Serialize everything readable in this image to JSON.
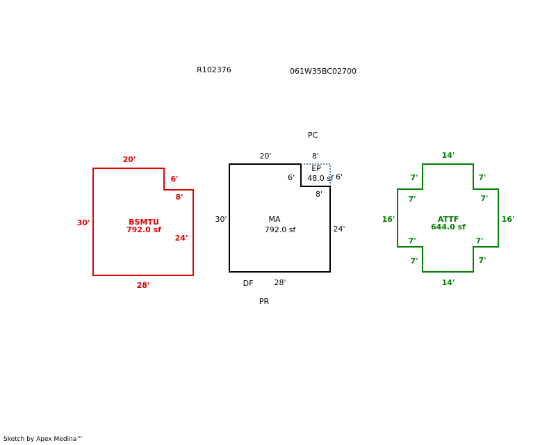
{
  "header": {
    "parcel_id": "R102376",
    "map_number": "061W35BC02700"
  },
  "bsmtu": {
    "name": "BSMTU",
    "area": "792.0 sf",
    "color": "#e00000",
    "dims": {
      "top": "20'",
      "notch_v": "6'",
      "notch_h": "8'",
      "left": "30'",
      "right": "24'",
      "bottom": "28'"
    }
  },
  "ma": {
    "name": "MA",
    "area": "792.0 sf",
    "dims": {
      "top": "20'",
      "left": "30'",
      "right": "24'",
      "bottom": "28'"
    },
    "labels": {
      "pc": "PC",
      "pr": "PR",
      "df": "DF"
    }
  },
  "ep": {
    "name": "EP",
    "area": "48.0 sf",
    "color": "#4f81bd",
    "dims": {
      "top": "8'",
      "left": "6'",
      "right": "6'",
      "bottom": "8'"
    }
  },
  "attf": {
    "name": "ATTF",
    "area": "644.0 sf",
    "color": "#008000",
    "dims": {
      "top": "14'",
      "bottom": "14'",
      "left": "16'",
      "right": "16'",
      "seg": "7'"
    }
  },
  "footer": "Sketch by Apex Medina™"
}
